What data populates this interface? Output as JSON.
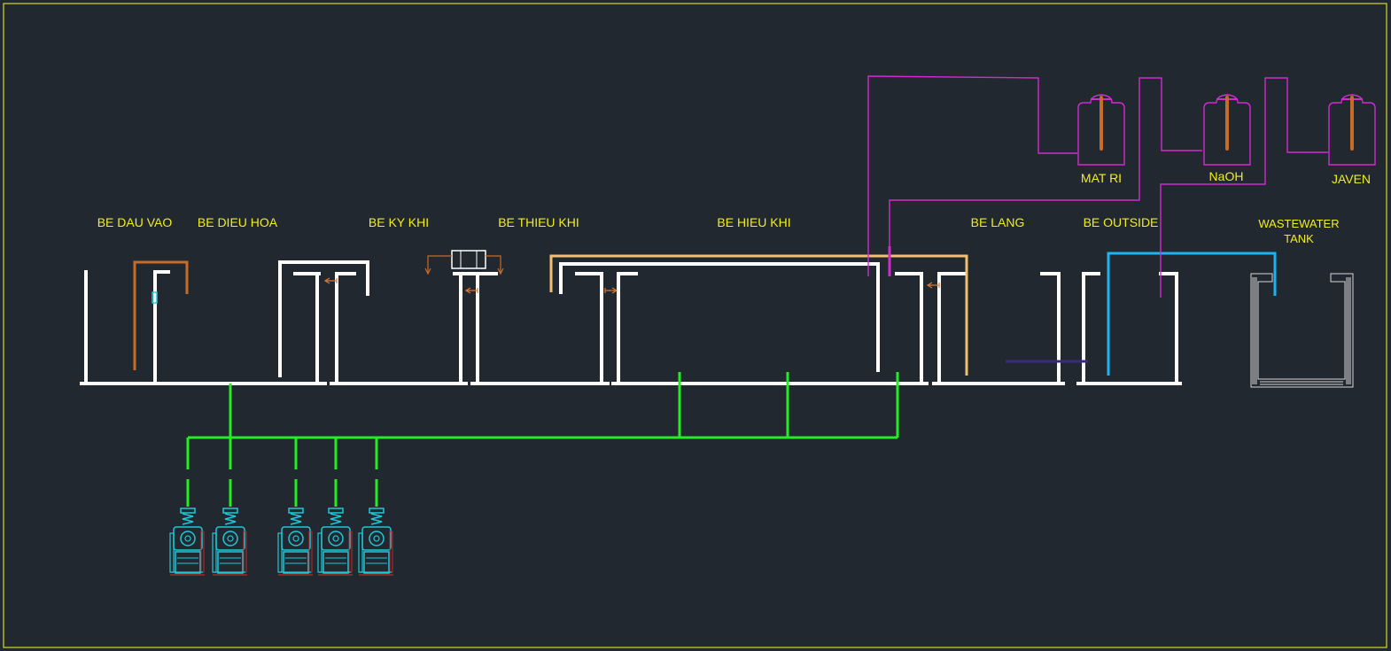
{
  "colors": {
    "background": "#212830",
    "frame": "#d8d82a",
    "label": "#f2ee1c",
    "tank_wall": "#ffffff",
    "air_pipe": "#22ee22",
    "chemical_line": "#d12ad1",
    "outlet_pipe": "#1ab4f5",
    "recirculation_pipe": "#f0c070",
    "inlet_pipe": "#c86a28",
    "blower": "#20c8d8"
  },
  "tanks": [
    {
      "id": "be-dau-vao",
      "label": "BE DAU VAO"
    },
    {
      "id": "be-dieu-hoa",
      "label": "BE DIEU HOA"
    },
    {
      "id": "be-ky-khi",
      "label": "BE KY KHI"
    },
    {
      "id": "be-thieu-khi",
      "label": "BE THIEU KHI"
    },
    {
      "id": "be-hieu-khi",
      "label": "BE HIEU KHI"
    },
    {
      "id": "be-lang",
      "label": "BE LANG"
    },
    {
      "id": "be-outside",
      "label": "BE OUTSIDE"
    },
    {
      "id": "wastewater-tank",
      "label_line1": "WASTEWATER",
      "label_line2": "TANK"
    }
  ],
  "chemical_tanks": [
    {
      "id": "mat-ri",
      "label": "MAT RI"
    },
    {
      "id": "naoh",
      "label": "NaOH"
    },
    {
      "id": "javen",
      "label": "JAVEN"
    }
  ],
  "icons": {
    "blower": "air-blower-icon",
    "chemical_tank": "chemical-tank-icon",
    "mixer": "mixer-icon",
    "flow_arrow": "flow-arrow-icon"
  }
}
